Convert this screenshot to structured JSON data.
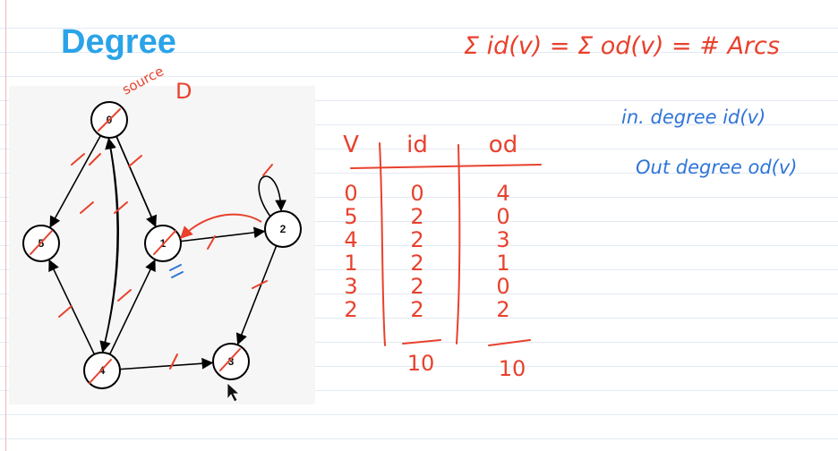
{
  "title": "Degree",
  "graph": {
    "nodes": [
      {
        "id": "0",
        "label": "0"
      },
      {
        "id": "1",
        "label": "1"
      },
      {
        "id": "2",
        "label": "2"
      },
      {
        "id": "3",
        "label": "3"
      },
      {
        "id": "4",
        "label": "4"
      },
      {
        "id": "5",
        "label": "5"
      }
    ],
    "edges": [
      {
        "from": "0",
        "to": "5"
      },
      {
        "from": "0",
        "to": "1"
      },
      {
        "from": "0",
        "to": "4"
      },
      {
        "from": "0",
        "to": "1"
      },
      {
        "from": "4",
        "to": "0"
      },
      {
        "from": "4",
        "to": "5"
      },
      {
        "from": "4",
        "to": "1"
      },
      {
        "from": "4",
        "to": "3"
      },
      {
        "from": "1",
        "to": "2"
      },
      {
        "from": "2",
        "to": "2"
      },
      {
        "from": "2",
        "to": "3"
      }
    ]
  },
  "annotations": {
    "source_label": "source",
    "source_d": "D",
    "formula": "Σ id(v) = Σ od(v) = # Arcs",
    "in_degree": "in. degree  id(v)",
    "out_degree": "Out degree  od(v)"
  },
  "degree_table": {
    "headers": [
      "V",
      "id",
      "od"
    ],
    "rows": [
      [
        "0",
        "0",
        "4"
      ],
      [
        "5",
        "2",
        "0"
      ],
      [
        "4",
        "2",
        "3"
      ],
      [
        "1",
        "2",
        "1"
      ],
      [
        "3",
        "2",
        "0"
      ],
      [
        "2",
        "2",
        "2"
      ]
    ],
    "totals": {
      "id": "10",
      "od": "10"
    }
  },
  "colors": {
    "title": "#2aa3e8",
    "red_ink": "#e8412d",
    "blue_ink": "#2f74d8"
  }
}
